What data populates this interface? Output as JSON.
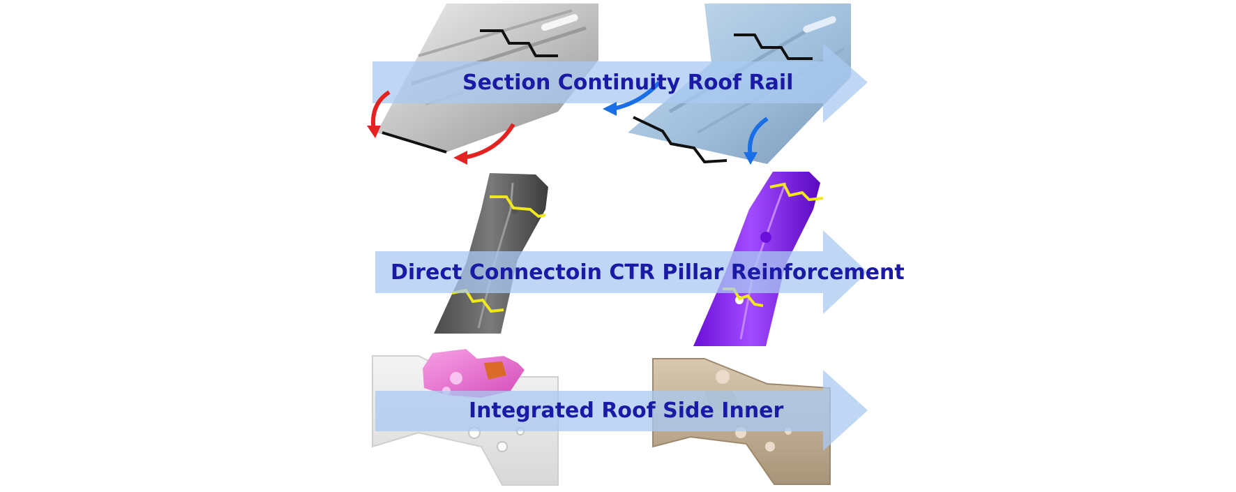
{
  "rows": [
    {
      "label": "Section Continuity Roof Rail",
      "before_part": "gray roof rail",
      "after_part": "blue roof rail"
    },
    {
      "label": "Direct Connectoin CTR Pillar Reinforcement",
      "before_part": "gray center pillar reinforcement",
      "after_part": "purple center pillar reinforcement"
    },
    {
      "label": "Integrated Roof Side Inner",
      "before_part": "white roof side inner with pink and orange bracket",
      "after_part": "tan integrated roof side inner"
    }
  ],
  "colors": {
    "label_text": "#1a1aa6",
    "arrow_fill": "#a9c9f2",
    "gray_part": "#c9c9c9",
    "blue_part": "#a7c4df",
    "purple_part": "#8a1ff2",
    "tan_part": "#c9b69c",
    "pink_part": "#e86ad0",
    "orange_part": "#d96a2a",
    "red_flow_arrow": "#e32222",
    "blue_flow_arrow": "#1a6ee6",
    "yellow_section_line": "#f0e81a",
    "black_section_line": "#111111"
  }
}
